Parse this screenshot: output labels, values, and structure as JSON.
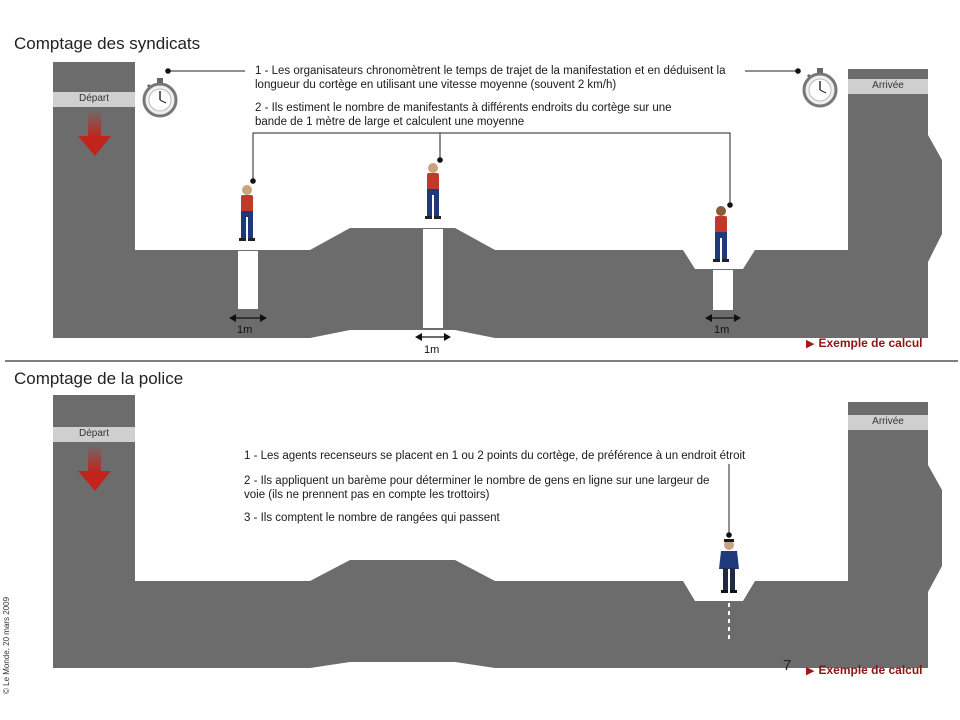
{
  "syndicats": {
    "title": "Comptage des syndicats",
    "depart_label": "Départ",
    "arrivee_label": "Arrivée",
    "step1": "1 - Les organisateurs chronomètrent le temps de trajet de la manifestation et en déduisent la longueur du cortège en utilisant une vitesse moyenne (souvent 2 km/h)",
    "step2": "2 - Ils estiment le nombre de manifestants à différents endroits du cortège sur une bande de 1 mètre de large et calculent une moyenne",
    "measure_1": "1m",
    "measure_2": "1m",
    "measure_3": "1m",
    "example_link": "Exemple de calcul"
  },
  "police": {
    "title": "Comptage de la police",
    "depart_label": "Départ",
    "arrivee_label": "Arrivée",
    "step1": "1 - Les agents recenseurs se placent en 1 ou 2 points du cortège, de préférence à un endroit étroit",
    "step2": "2 - Ils appliquent un barème pour déterminer le nombre de gens en ligne sur une largeur de voie (ils ne prennent pas en compte les trottoirs)",
    "step3": "3 - Ils comptent le nombre de rangées qui passent",
    "example_link": "Exemple de calcul"
  },
  "credit": "© Le Monde, 20 mars 2009",
  "page_number": "7",
  "colors": {
    "road": "#6c6c6c",
    "label_box": "#cfcfcf",
    "arrow": "#c0241d",
    "protester_shirt": "#c0392b",
    "protester_pants": "#1f3a7a",
    "police_uniform": "#1f3a7a",
    "link": "#8a1616"
  }
}
